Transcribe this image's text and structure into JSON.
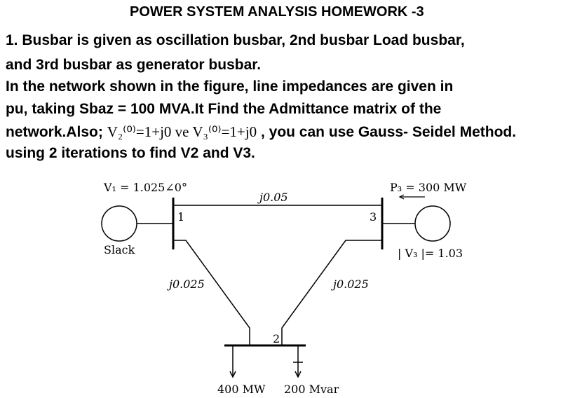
{
  "title": "POWER SYSTEM ANALYSIS HOMEWORK",
  "title_num": "-3",
  "lines": [
    "1. Busbar is given as oscillation busbar, 2nd busbar Load busbar,",
    "and 3rd busbar as generator busbar.",
    "In the network shown in the figure, line impedances are given in",
    "pu, taking Sbaz = 100 MVA.It Find the Admittance matrix of the",
    "network.Also; ",
    "using 2 iterations to find V2 and V3."
  ],
  "initial_values": "V₂⁽⁰⁾=1+j0  ve  V₃⁽⁰⁾=1+j0",
  "line5_tail": ", you can use Gauss- Seidel Method.",
  "diagram": {
    "v1": "V₁ = 1.025∠0°",
    "z13": "j0.05",
    "p3": "P₃ = 300 MW",
    "bus1": "1",
    "bus2": "2",
    "bus3": "3",
    "slack": "Slack",
    "v3": "| V₃ |= 1.03",
    "z12": "j0.025",
    "z23": "j0.025",
    "load_p": "400 MW",
    "load_q": "200 Mvar"
  }
}
